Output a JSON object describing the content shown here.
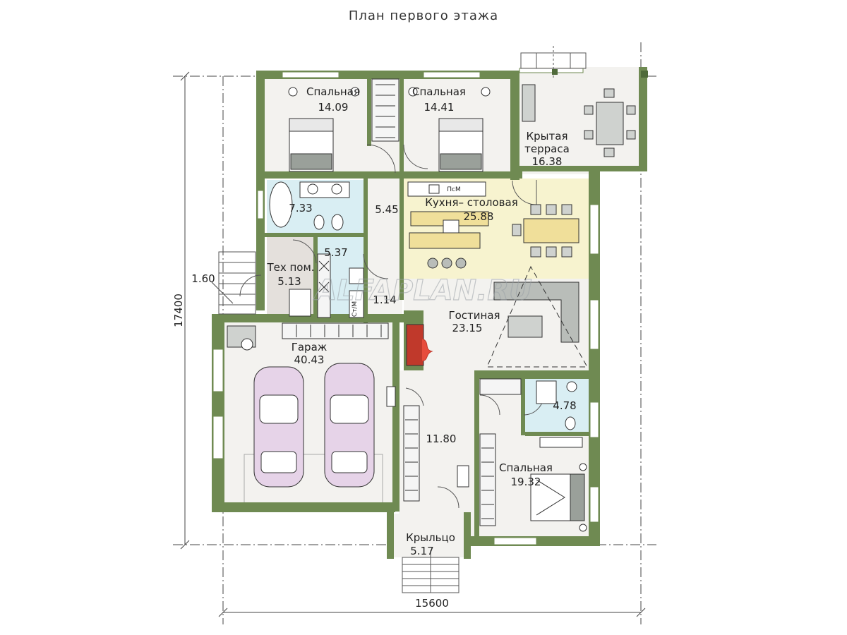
{
  "title": "План первого этажа",
  "watermark": "ALFAPLAN.RU",
  "dimensions": {
    "width": "15600",
    "height": "17400",
    "porch_step": "1.60"
  },
  "rooms": {
    "bedroom_1": {
      "name": "Спальная",
      "area": "14.09"
    },
    "bedroom_2": {
      "name": "Спальная",
      "area": "14.41"
    },
    "terrace": {
      "name_line1": "Крытая",
      "name_line2": "терраса",
      "area": "16.38"
    },
    "bathroom": {
      "area": "7.33"
    },
    "corridor": {
      "area": "5.45"
    },
    "kitchen": {
      "name": "Кухня– столовая",
      "area": "25.88"
    },
    "laundry": {
      "area": "5.37"
    },
    "tech": {
      "name": "Тех пом.",
      "area": "5.13"
    },
    "closet": {
      "area": "1.14"
    },
    "living": {
      "name": "Гостиная",
      "area": "23.15"
    },
    "garage": {
      "name": "Гараж",
      "area": "40.43"
    },
    "hall": {
      "area": "11.80"
    },
    "bath_small": {
      "area": "4.78"
    },
    "bedroom_3": {
      "name": "Спальная",
      "area": "19.32"
    },
    "porch": {
      "name": "Крыльцо",
      "area": "5.17"
    }
  },
  "appliance_labels": {
    "fridge": "ПсМ",
    "washer": "Ст/М"
  },
  "colors": {
    "wall": "#6f8a52",
    "wall_dark": "#4f6a3a",
    "floor": "#f3f2ef",
    "kitchen_floor": "#f7f3cf",
    "bath_floor": "#d9eef3",
    "tech_floor": "#e4e0dc",
    "car": "#e6d3e8",
    "sofa": "#b9bdb9",
    "table": "#f0df9a"
  }
}
